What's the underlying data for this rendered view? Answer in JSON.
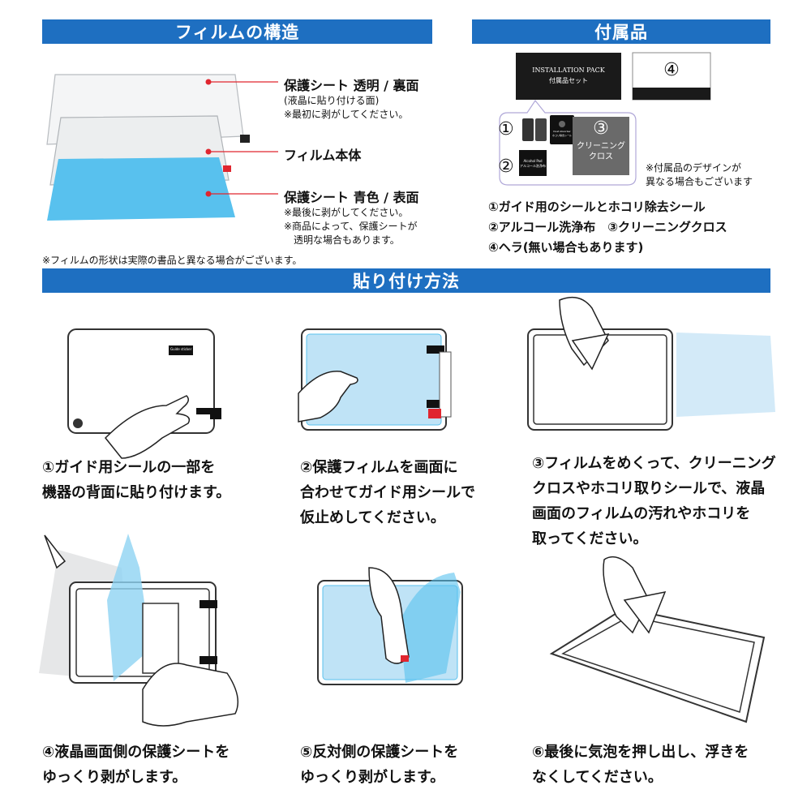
{
  "headers": {
    "film_structure": "フィルムの構造",
    "accessories": "付属品",
    "how_to_apply": "貼り付け方法"
  },
  "layers": [
    {
      "label": "保護シート 透明 / 裏面",
      "notes": "(液晶に貼り付ける面)\n※最初に剥がしてください。"
    },
    {
      "label": "フィルム本体",
      "notes": ""
    },
    {
      "label": "保護シート 青色 / 表面",
      "notes": "※最後に剥がしてください。\n※商品によって、保護シートが\n　透明な場合もあります。"
    }
  ],
  "shape_note": "※フィルムの形状は実際の書品と異なる場合がございます。",
  "accessory_items": {
    "pack_title": "INSTALLATION PACK",
    "pack_subtitle": "付属品セット",
    "num1": "①",
    "num2": "②",
    "num3": "③",
    "num4": "④",
    "cloth_label": "クリーニング\nクロス",
    "alcohol_label": "Alcohol Pad\nアルコール洗浄布",
    "dust_label": "Dust Absorber\nホコリ除去シール",
    "design_note": "※付属品のデザインが\n異なる場合もございます",
    "list": [
      "①ガイド用のシールとホコリ除去シール",
      "②アルコール洗浄布　③クリーニングクロス",
      "④ヘラ(無い場合もあります)"
    ]
  },
  "steps": [
    "①ガイド用シールの一部を\n機器の背面に貼り付けます。",
    "②保護フィルムを画面に\n合わせてガイド用シールで\n仮止めしてください。",
    "③フィルムをめくって、クリーニング\nクロスやホコリ取りシールで、液晶\n画面のフィルムの汚れやホコリを\n取ってください。",
    "④液晶画面側の保護シートを\nゆっくり剥がします。",
    "⑤反対側の保護シートを\nゆっくり剥がします。",
    "⑥最後に気泡を押し出し、浮きを\nなくしてください。"
  ],
  "guide_sticker_text": "Guide sticker",
  "colors": {
    "header_bg": "#1e6fc1",
    "film_blue": "#58c1ee",
    "accent_red": "#e0262f"
  }
}
